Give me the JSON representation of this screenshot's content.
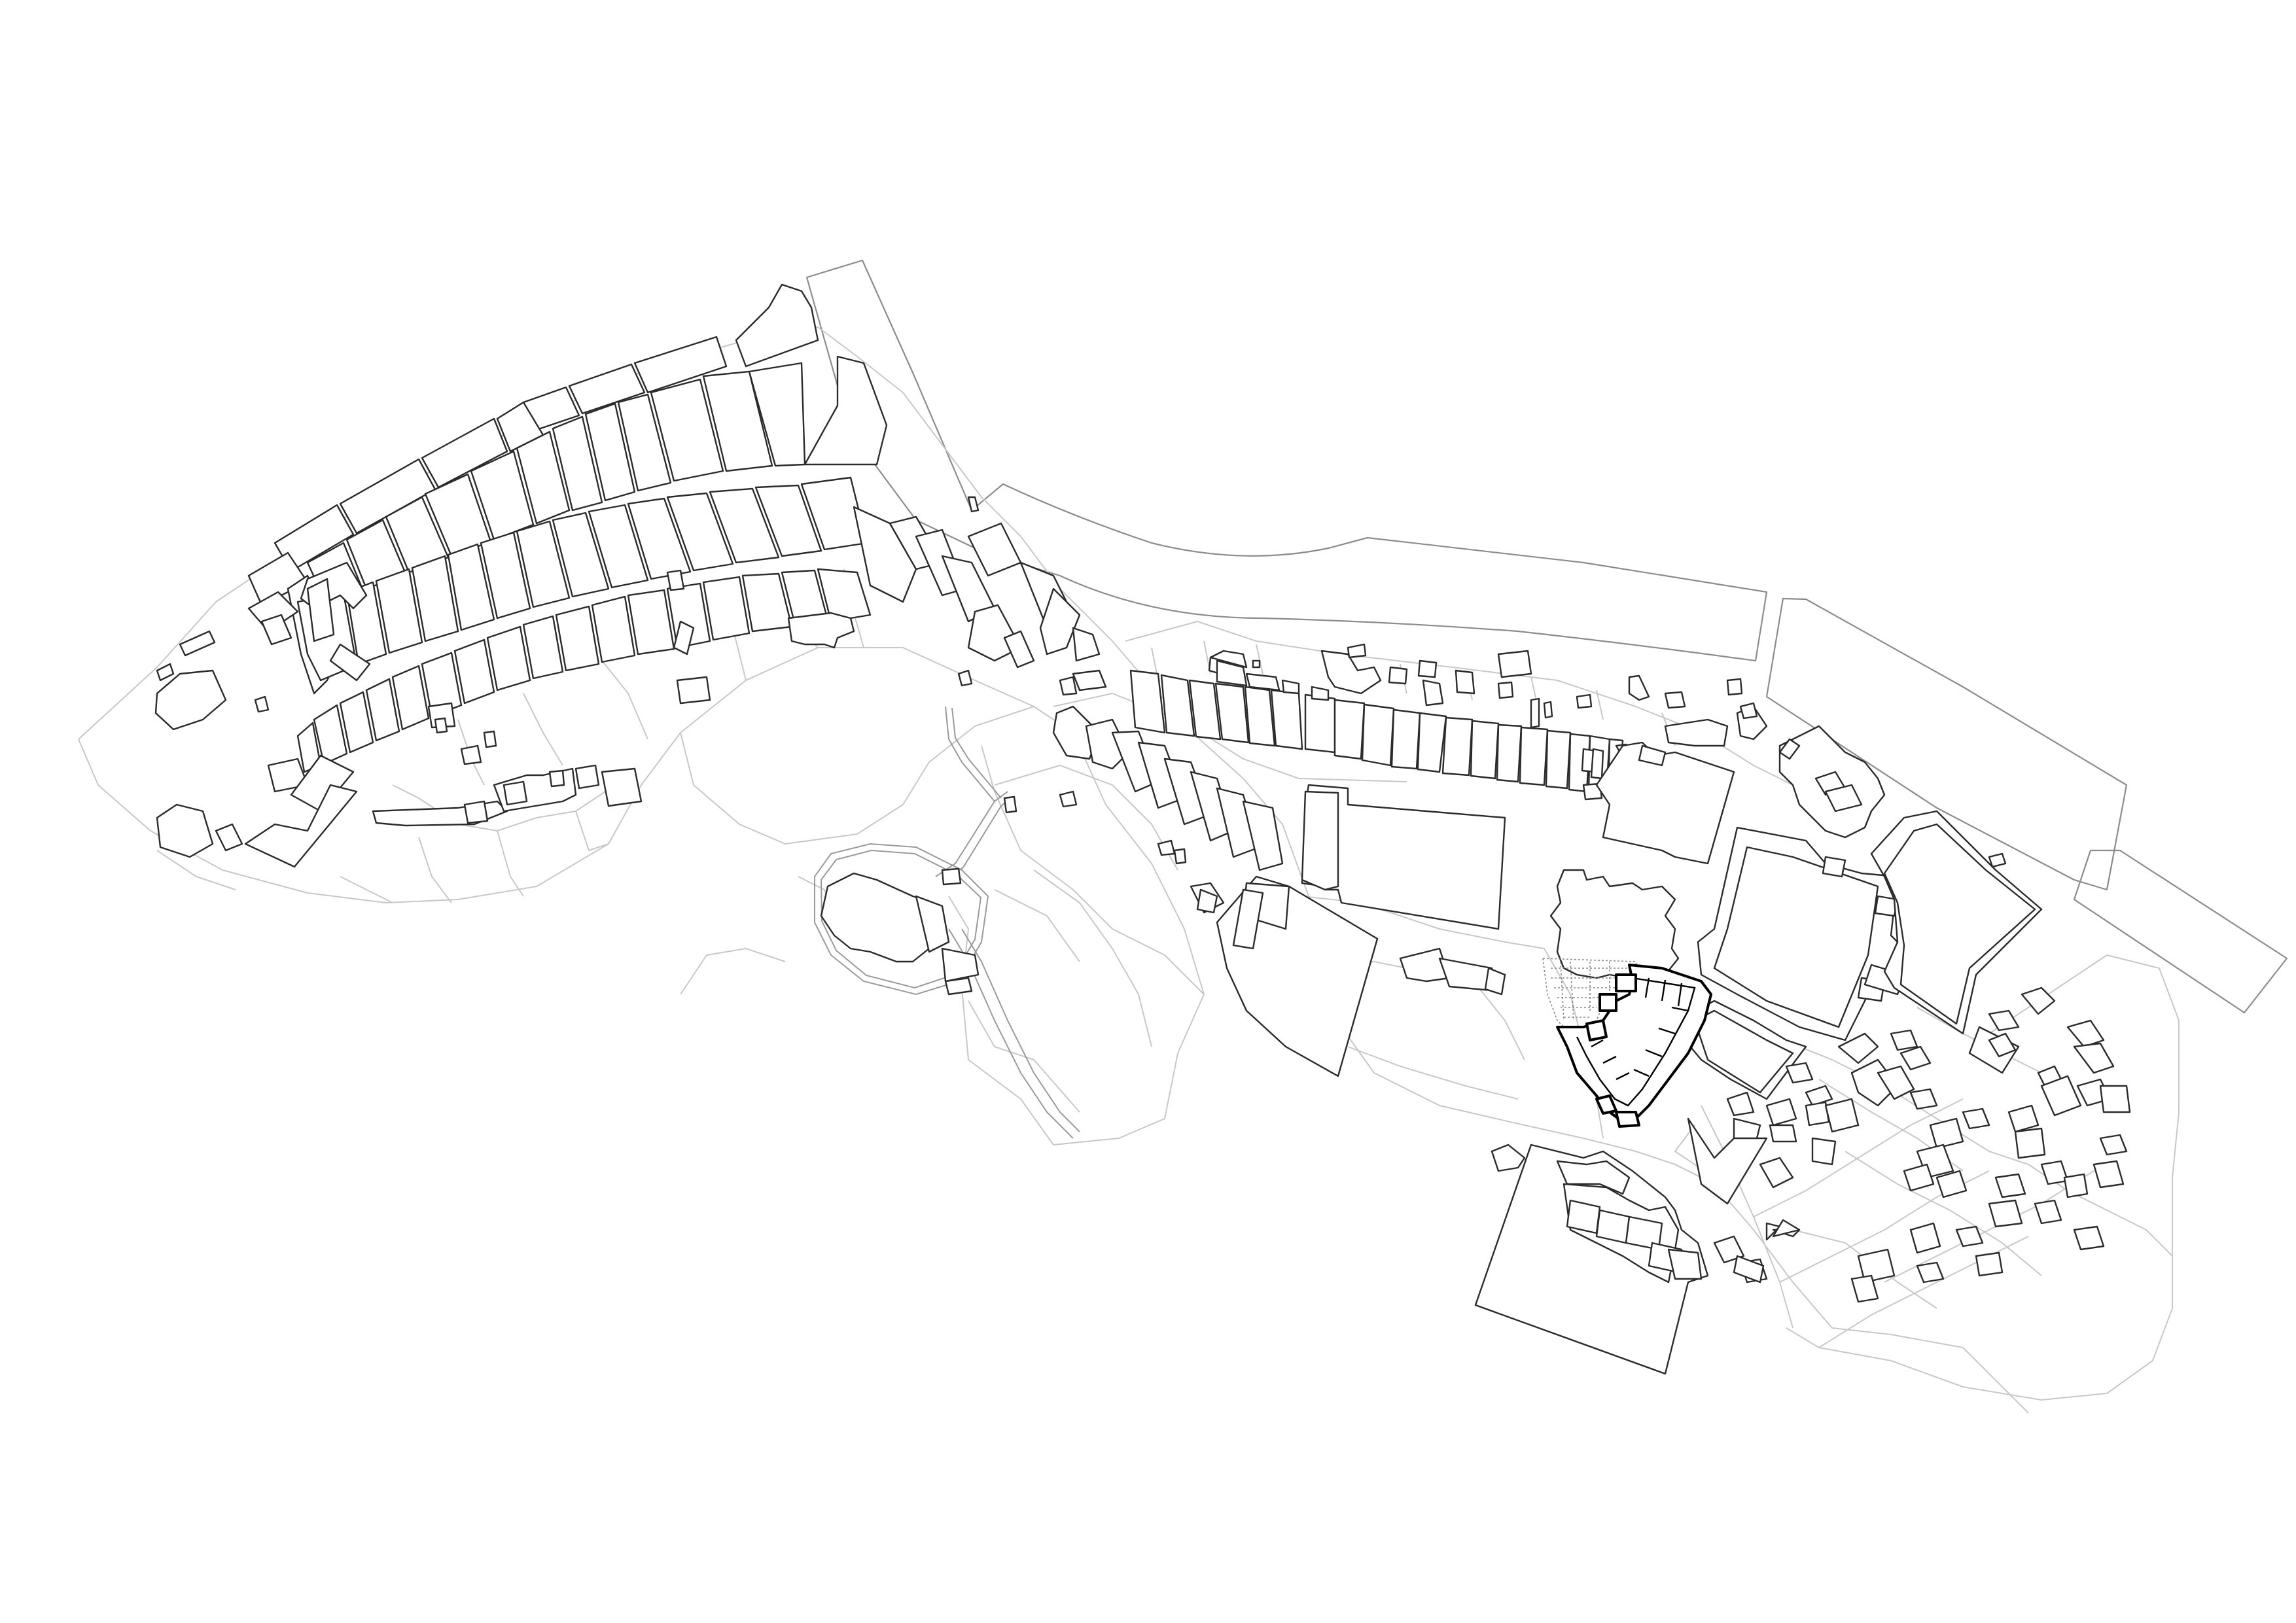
{
  "map": {
    "kind": "site-plan-figure-ground",
    "labels": [],
    "layers": [
      "river-banks",
      "parcel-lines",
      "buildings",
      "highlighted-building"
    ],
    "colors": {
      "background": "#ffffff",
      "buildings": "#2b2b2b",
      "parcels": "#c8c8c8",
      "river": "#8c8c8c",
      "highlight": "#000000"
    }
  }
}
